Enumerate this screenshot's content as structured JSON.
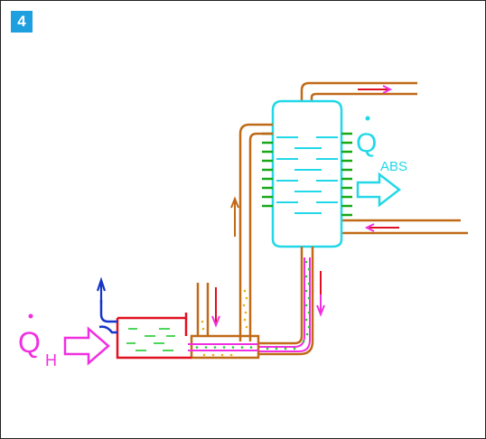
{
  "figure": {
    "number": "4",
    "badge_color": "#1e9fe0"
  },
  "labels": {
    "q_abs_symbol": "Q",
    "q_abs_subscript": "ABS",
    "q_h_symbol": "Q",
    "q_h_subscript": "H"
  },
  "colors": {
    "pipe_brown": "#c06a18",
    "cold_red": "#e01020",
    "absorber_cyan": "#22d8e8",
    "heat_magenta": "#f030e0",
    "vapor_blue": "#1535c8",
    "liquid_green": "#20cc30",
    "fins_green": "#18a818",
    "bubbles_yellow": "#e8b018",
    "frame": "#222222"
  },
  "icons": {
    "heat_in_arrow": "hollow-arrow-right",
    "heat_out_arrow": "hollow-arrow-right",
    "vapor_arrow": "arrow-up",
    "flow_arrow": "arrow"
  }
}
